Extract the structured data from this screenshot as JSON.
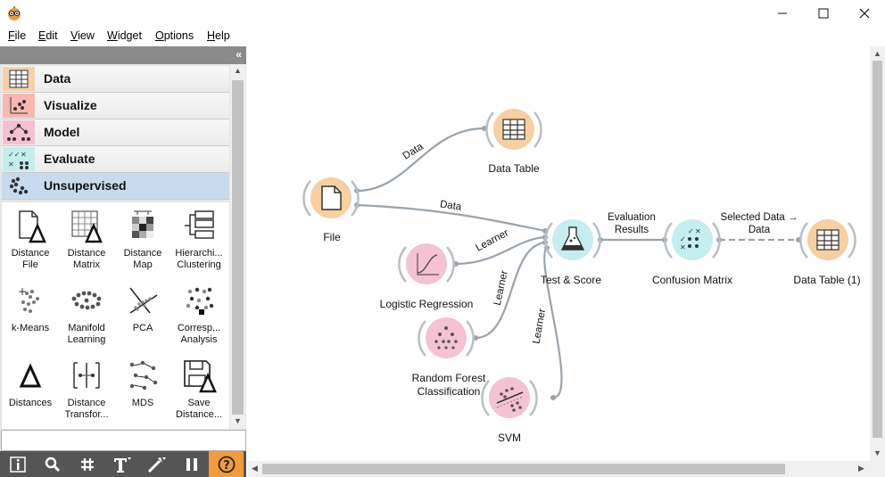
{
  "menu": [
    "File",
    "Edit",
    "View",
    "Widget",
    "Options",
    "Help"
  ],
  "categories": [
    {
      "label": "Data",
      "color": "#f8d0a8"
    },
    {
      "label": "Visualize",
      "color": "#f7b8b0"
    },
    {
      "label": "Model",
      "color": "#f5c0d2"
    },
    {
      "label": "Evaluate",
      "color": "#c4eeee"
    },
    {
      "label": "Unsupervised",
      "color": "#c6dcee"
    }
  ],
  "widgets": [
    {
      "label": "Distance\nFile",
      "icon": "distance-file-icon"
    },
    {
      "label": "Distance\nMatrix",
      "icon": "distance-matrix-icon"
    },
    {
      "label": "Distance\nMap",
      "icon": "distance-map-icon"
    },
    {
      "label": "Hierarchi...\nClustering",
      "icon": "hierarchical-clustering-icon"
    },
    {
      "label": "k-Means",
      "icon": "k-means-icon"
    },
    {
      "label": "Manifold\nLearning",
      "icon": "manifold-learning-icon"
    },
    {
      "label": "PCA",
      "icon": "pca-icon"
    },
    {
      "label": "Corresp...\nAnalysis",
      "icon": "correspondence-analysis-icon"
    },
    {
      "label": "Distances",
      "icon": "distances-icon"
    },
    {
      "label": "Distance\nTransfor...",
      "icon": "distance-transformation-icon"
    },
    {
      "label": "MDS",
      "icon": "mds-icon"
    },
    {
      "label": "Save\nDistance...",
      "icon": "save-distance-matrix-icon"
    }
  ],
  "toolbar": [
    "info-icon",
    "zoom-icon",
    "grid-icon",
    "text-annotation-icon",
    "arrow-annotation-icon",
    "pause-icon",
    "help-icon"
  ],
  "nodes": {
    "file": "File",
    "data_table": "Data Table",
    "logistic_regression": "Logistic Regression",
    "random_forest": "Random Forest\nClassification",
    "svm": "SVM",
    "test_score": "Test & Score",
    "confusion_matrix": "Confusion Matrix",
    "data_table_1": "Data Table (1)"
  },
  "links": {
    "file_to_table": "Data",
    "file_to_test": "Data",
    "lr_to_test": "Learner",
    "rf_to_test": "Learner",
    "svm_to_test": "Learner",
    "test_to_cm": "Evaluation\nResults",
    "cm_to_table": "Selected Data →\nData"
  },
  "colors": {
    "data": "#f8cfa0",
    "model": "#f5c2d4",
    "evaluate": "#c4eef0",
    "link": "#9aa4ac"
  }
}
